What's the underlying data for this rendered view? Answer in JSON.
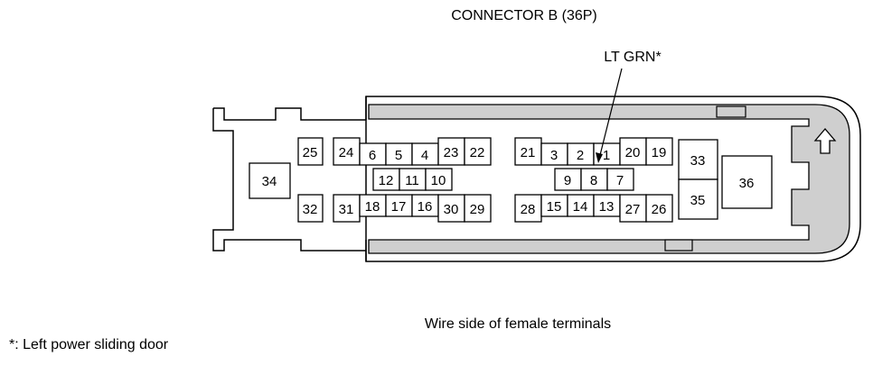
{
  "title": "CONNECTOR B (36P)",
  "wire_label": "LT GRN*",
  "caption": "Wire side of female terminals",
  "footnote": "*: Left power sliding door",
  "terminals": {
    "t1": "1",
    "t2": "2",
    "t3": "3",
    "t4": "4",
    "t5": "5",
    "t6": "6",
    "t7": "7",
    "t8": "8",
    "t9": "9",
    "t10": "10",
    "t11": "11",
    "t12": "12",
    "t13": "13",
    "t14": "14",
    "t15": "15",
    "t16": "16",
    "t17": "17",
    "t18": "18",
    "t19": "19",
    "t20": "20",
    "t21": "21",
    "t22": "22",
    "t23": "23",
    "t24": "24",
    "t25": "25",
    "t26": "26",
    "t27": "27",
    "t28": "28",
    "t29": "29",
    "t30": "30",
    "t31": "31",
    "t32": "32",
    "t33": "33",
    "t34": "34",
    "t35": "35",
    "t36": "36"
  },
  "icons": {
    "lock": "up-arrow-icon"
  }
}
